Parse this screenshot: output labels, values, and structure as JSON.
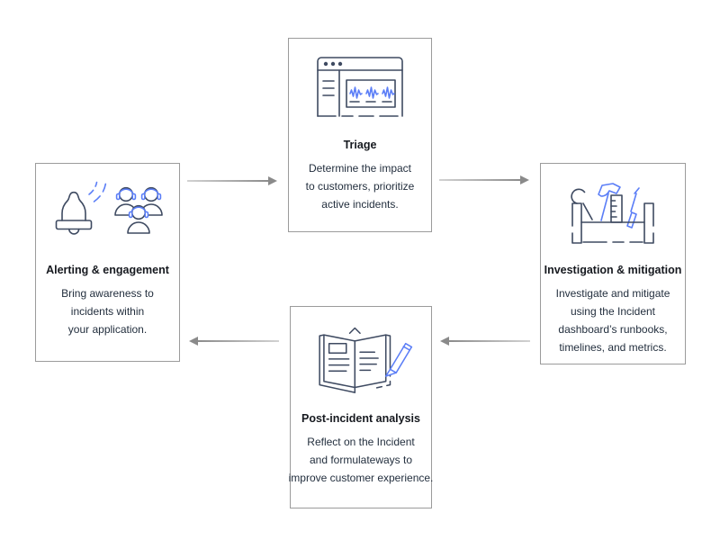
{
  "diagram": {
    "colors": {
      "accent_blue": "#5B7EF7",
      "outline_dark": "#3E4A61",
      "card_border_gray": "#9B9B9B",
      "arrow_gray": "#8A8A8A",
      "title_text": "#16191F",
      "body_text": "#232F3E"
    },
    "nodes": [
      {
        "id": "alerting",
        "icon": "bell-people-icon",
        "title": "Alerting & engagement",
        "body": [
          "Bring awareness to",
          "incidents within",
          "your application."
        ]
      },
      {
        "id": "triage",
        "icon": "browser-metrics-icon",
        "title": "Triage",
        "body": [
          "Determine the impact",
          "to customers, prioritize",
          "active incidents."
        ]
      },
      {
        "id": "investigation",
        "icon": "toolbox-icon",
        "title": "Investigation & mitigation",
        "body": [
          "Investigate and mitigate",
          "using the Incident",
          "dashboard’s runbooks,",
          "timelines, and metrics."
        ]
      },
      {
        "id": "postincident",
        "icon": "book-pen-icon",
        "title": "Post-incident analysis",
        "body": [
          "Reflect on the Incident",
          "and formulateways to",
          "improve customer experience."
        ]
      }
    ],
    "edges": [
      {
        "from": "alerting",
        "to": "triage",
        "direction": "right"
      },
      {
        "from": "triage",
        "to": "investigation",
        "direction": "right"
      },
      {
        "from": "investigation",
        "to": "postincident",
        "direction": "left"
      },
      {
        "from": "postincident",
        "to": "alerting",
        "direction": "left"
      }
    ]
  }
}
